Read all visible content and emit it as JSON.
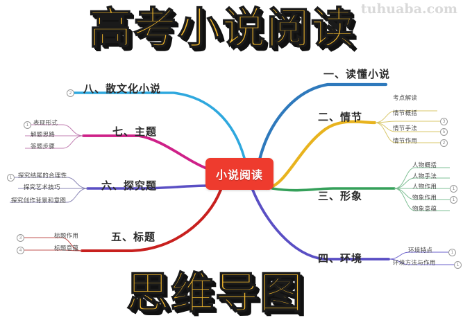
{
  "watermark": "tuhuaba.com",
  "titles": {
    "top": "高考小说阅读",
    "bottom": "思维导图"
  },
  "center": {
    "label": "小说阅读",
    "color": "#EE3B2E"
  },
  "branches": [
    {
      "id": "b1",
      "label": "一、读懂小说",
      "color": "#2E79BC",
      "side": "right",
      "children": []
    },
    {
      "id": "b2",
      "label": "二、情节",
      "color": "#E8B31E",
      "side": "right",
      "children": [
        {
          "label": "考点解读",
          "mark": ""
        },
        {
          "label": "情节概括",
          "mark": "3"
        },
        {
          "label": "情节手法",
          "mark": "5"
        },
        {
          "label": "情节作用",
          "mark": "2"
        }
      ]
    },
    {
      "id": "b3",
      "label": "三、形象",
      "color": "#35A05A",
      "side": "right",
      "children": [
        {
          "label": "人物概括",
          "mark": ""
        },
        {
          "label": "人物手法",
          "mark": ""
        },
        {
          "label": "人物作用",
          "mark": "1"
        },
        {
          "label": "物象作用",
          "mark": "1"
        },
        {
          "label": "物象意蕴",
          "mark": ""
        }
      ]
    },
    {
      "id": "b4",
      "label": "四、环境",
      "color": "#5A4FC4",
      "side": "right",
      "children": [
        {
          "label": "环境特点",
          "mark": "1"
        },
        {
          "label": "环境方法与作用",
          "mark": "1"
        }
      ]
    },
    {
      "id": "b5",
      "label": "五、标题",
      "color": "#C8201E",
      "side": "left",
      "children": [
        {
          "label": "标题作用",
          "mark": "3"
        },
        {
          "label": "标题意蕴",
          "mark": "4"
        }
      ]
    },
    {
      "id": "b6",
      "label": "六、探究题",
      "color": "#5A4FC4",
      "side": "left",
      "children": [
        {
          "label": "探究结尾的合理性",
          "mark": "1"
        },
        {
          "label": "探究艺术技巧",
          "mark": ""
        },
        {
          "label": "探究创作背景和意图",
          "mark": ""
        }
      ]
    },
    {
      "id": "b7",
      "label": "七、主题",
      "color": "#CE2088",
      "side": "left",
      "children": [
        {
          "label": "表现形式",
          "mark": "1"
        },
        {
          "label": "解题思路",
          "mark": ""
        },
        {
          "label": "答题步骤",
          "mark": ""
        }
      ]
    },
    {
      "id": "b8",
      "label": "八、散文化小说",
      "color": "#2FA8DE",
      "side": "left",
      "children": [
        {
          "label": "",
          "mark": "2"
        }
      ]
    }
  ]
}
